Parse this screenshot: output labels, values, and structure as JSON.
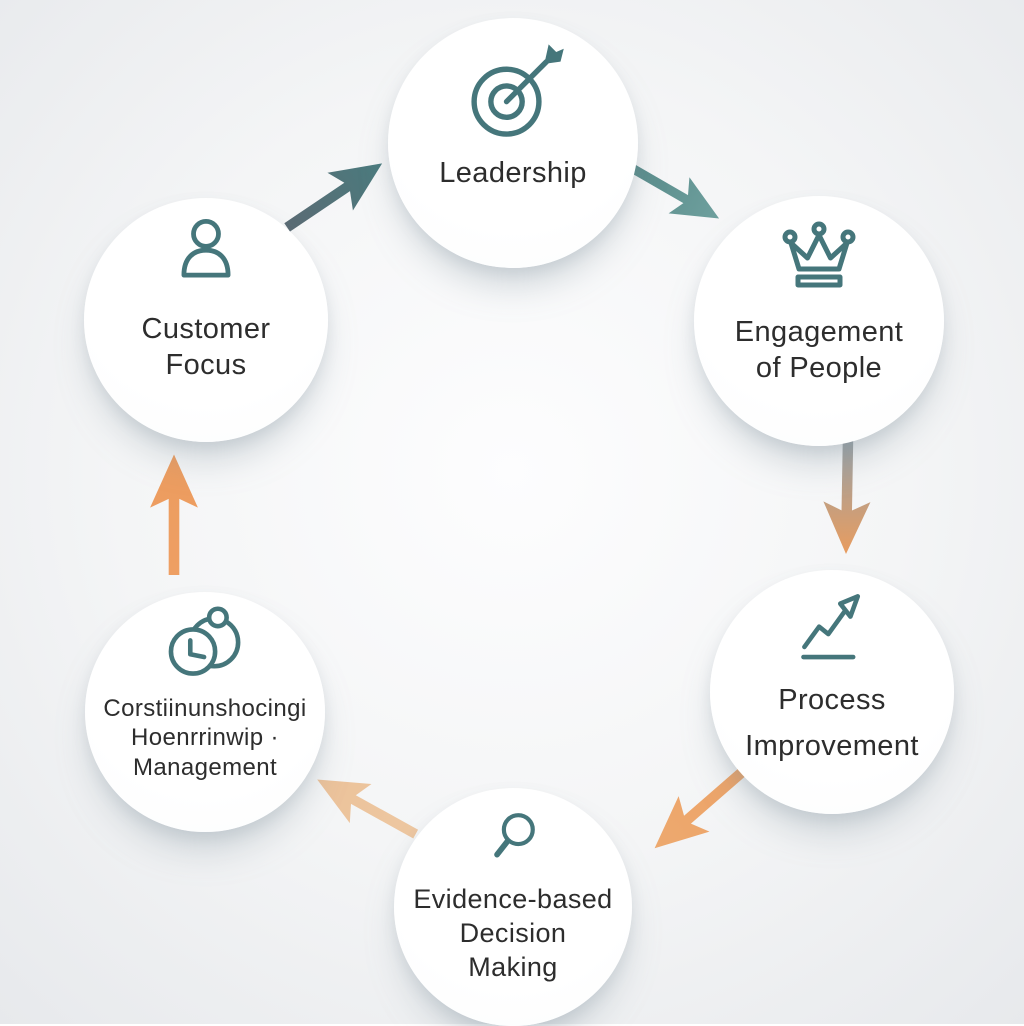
{
  "nodes": [
    {
      "id": "leadership",
      "icon": "target-dart-icon",
      "lines": [
        "Leadership"
      ]
    },
    {
      "id": "engagement-of-people",
      "icon": "crown-icon",
      "lines": [
        "Engagement",
        "of People"
      ]
    },
    {
      "id": "process-improvement",
      "icon": "trend-up-arrow-icon",
      "lines": [
        "Process",
        "Improvement"
      ]
    },
    {
      "id": "evidence-based-decision-making",
      "icon": "magnifier-icon",
      "lines": [
        "Evidence-based",
        "Decision",
        "Making"
      ]
    },
    {
      "id": "continuous-relationship-management",
      "icon": "clock-cycle-icon",
      "lines": [
        "Corstiinunshocingi",
        "Hoenrrinwip ·",
        "Management"
      ]
    },
    {
      "id": "customer-focus",
      "icon": "person-icon",
      "lines": [
        "Customer",
        "Focus"
      ]
    }
  ],
  "arrows": [
    {
      "from": "customer-focus",
      "to": "leadership",
      "direction": "up-right",
      "color_start": "#5b6b74",
      "color_end": "#4a7b7e"
    },
    {
      "from": "leadership",
      "to": "engagement-of-people",
      "direction": "down-right",
      "color_start": "#578a89",
      "color_end": "#6fa09e"
    },
    {
      "from": "engagement-of-people",
      "to": "process-improvement",
      "direction": "down",
      "color_start": "#96a3ab",
      "color_end": "#e89c5f"
    },
    {
      "from": "process-improvement",
      "to": "evidence-based-decision-making",
      "direction": "down-left",
      "color_start": "#eda367",
      "color_end": "#eda96f"
    },
    {
      "from": "evidence-based-decision-making",
      "to": "continuous-relationship-management",
      "direction": "up-left",
      "color_start": "#edc7a1",
      "color_end": "#ecc29a"
    },
    {
      "from": "continuous-relationship-management",
      "to": "customer-focus",
      "direction": "up",
      "color_start": "#ee9f63",
      "color_end": "#ec9c5f"
    }
  ],
  "colors": {
    "icon_stroke": "#45767b",
    "label_text": "#2d2d2d",
    "node_fill": "#ffffff",
    "background_outer": "#e7e9ec",
    "background_inner": "#fdfdfe"
  }
}
